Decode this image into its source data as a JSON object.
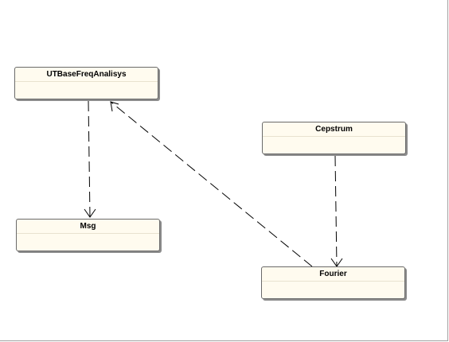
{
  "diagram": {
    "classes": [
      {
        "id": "ut",
        "name": "UTBaseFreqAnalisys"
      },
      {
        "id": "msg",
        "name": "Msg"
      },
      {
        "id": "cep",
        "name": "Cepstrum"
      },
      {
        "id": "four",
        "name": "Fourier"
      }
    ],
    "dependencies": [
      {
        "from": "UTBaseFreqAnalisys",
        "to": "Msg",
        "style": "dashed"
      },
      {
        "from": "Cepstrum",
        "to": "Fourier",
        "style": "dashed"
      },
      {
        "from": "Fourier",
        "to": "UTBaseFreqAnalisys",
        "style": "dashed"
      }
    ]
  }
}
